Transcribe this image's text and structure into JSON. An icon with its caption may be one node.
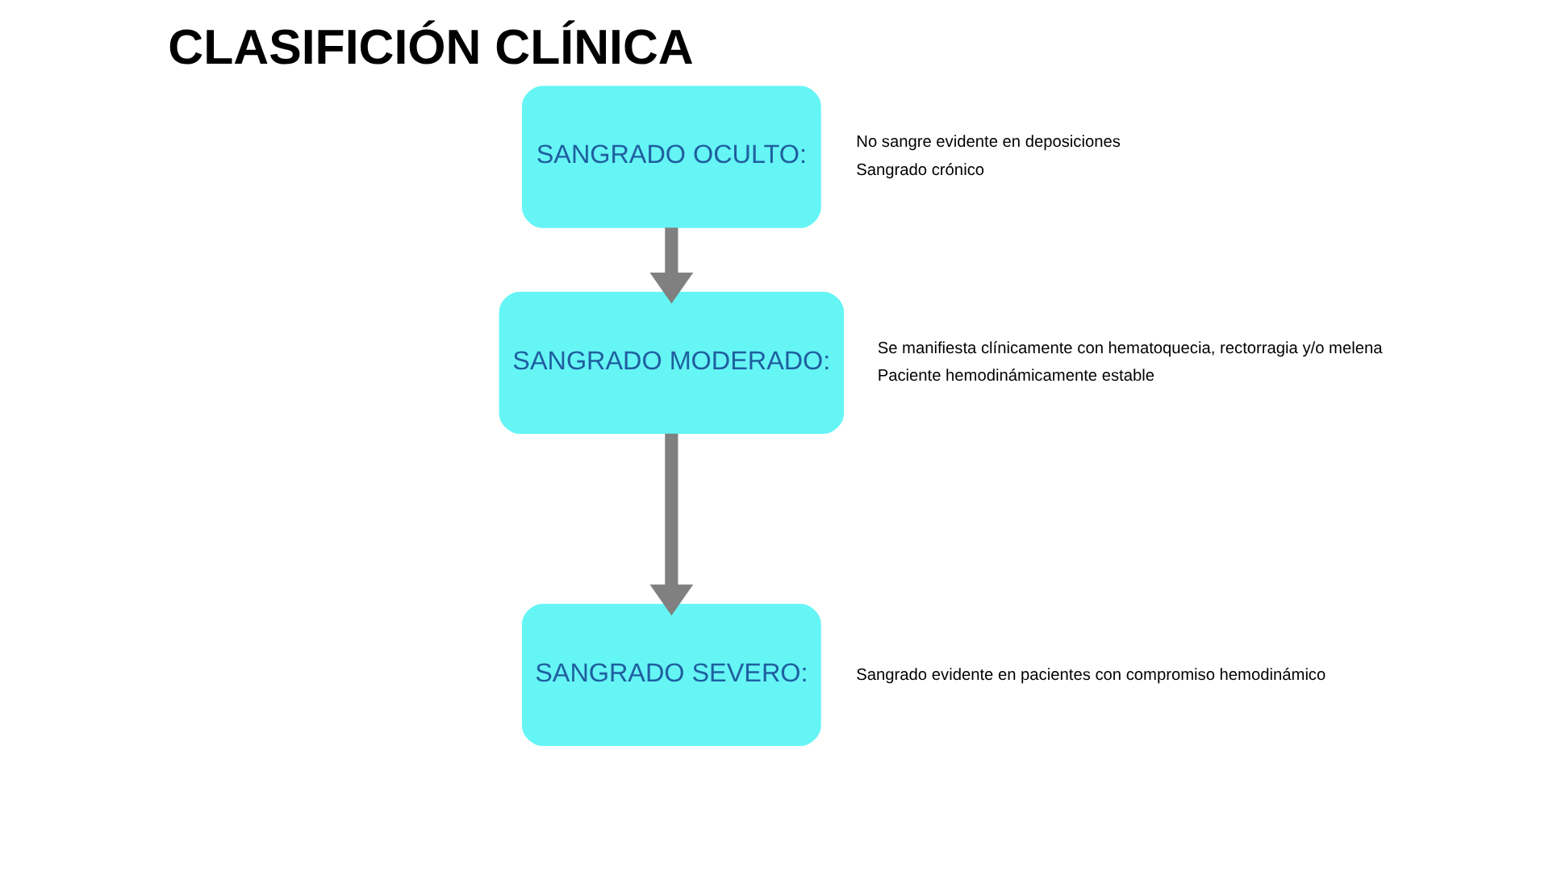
{
  "diagram": {
    "title": "CLASIFICIÓN CLÍNICA",
    "nodes": [
      {
        "text": [
          "SANGRADO OCULTO:"
        ],
        "beside": [
          "No sangre evidente en deposiciones",
          "Sangrado crónico"
        ]
      },
      {
        "text": [
          "SANGRADO MODERADO:"
        ],
        "beside": [
          "Se manifiesta clínicamente con hematoquecia, rectorragia y/o melena",
          "Paciente hemodinámicamente estable"
        ]
      },
      {
        "text": [
          "SANGRADO SEVERO:"
        ],
        "beside": [
          "Sangrado evidente en pacientes con compromiso hemodinámico"
        ]
      }
    ],
    "edges": [
      {
        "from": 0,
        "to": 1,
        "arrow": "to"
      },
      {
        "from": 1,
        "to": 2,
        "arrow": "to"
      }
    ]
  }
}
